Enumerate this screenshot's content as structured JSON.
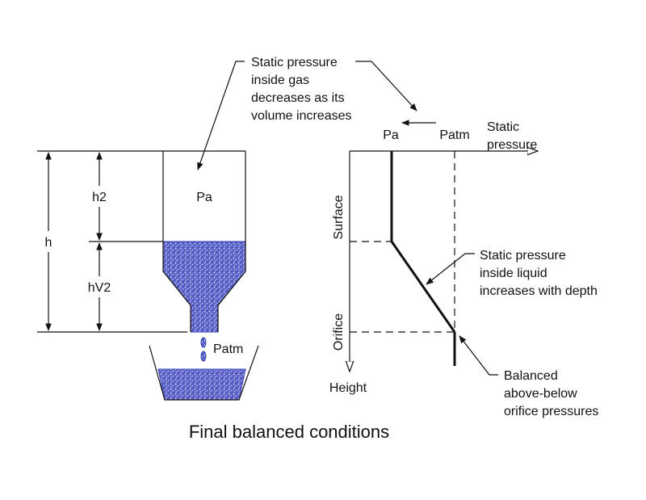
{
  "title": "Final balanced conditions",
  "colors": {
    "liquid": "#3a40b8",
    "line": "#111111"
  },
  "tank": {
    "gas_label": "Pa",
    "drop_label": "Patm",
    "dimensions": {
      "total": "h",
      "gas": "h2",
      "liquid": "hV2"
    }
  },
  "annotations": {
    "gas": [
      "Static pressure",
      "inside gas",
      "decreases as its",
      "volume increases"
    ],
    "liquid": [
      "Static pressure",
      "inside liquid",
      "increases with depth"
    ],
    "balanced": [
      "Balanced",
      "above-below",
      "orifice pressures"
    ]
  },
  "graph": {
    "x_axis_label": [
      "Static",
      "pressure"
    ],
    "y_axis_label": "Height",
    "x_markers": {
      "pa": "Pa",
      "patm": "Patm"
    },
    "y_markers": {
      "surface": "Surface",
      "orifice": "Orifice"
    }
  }
}
